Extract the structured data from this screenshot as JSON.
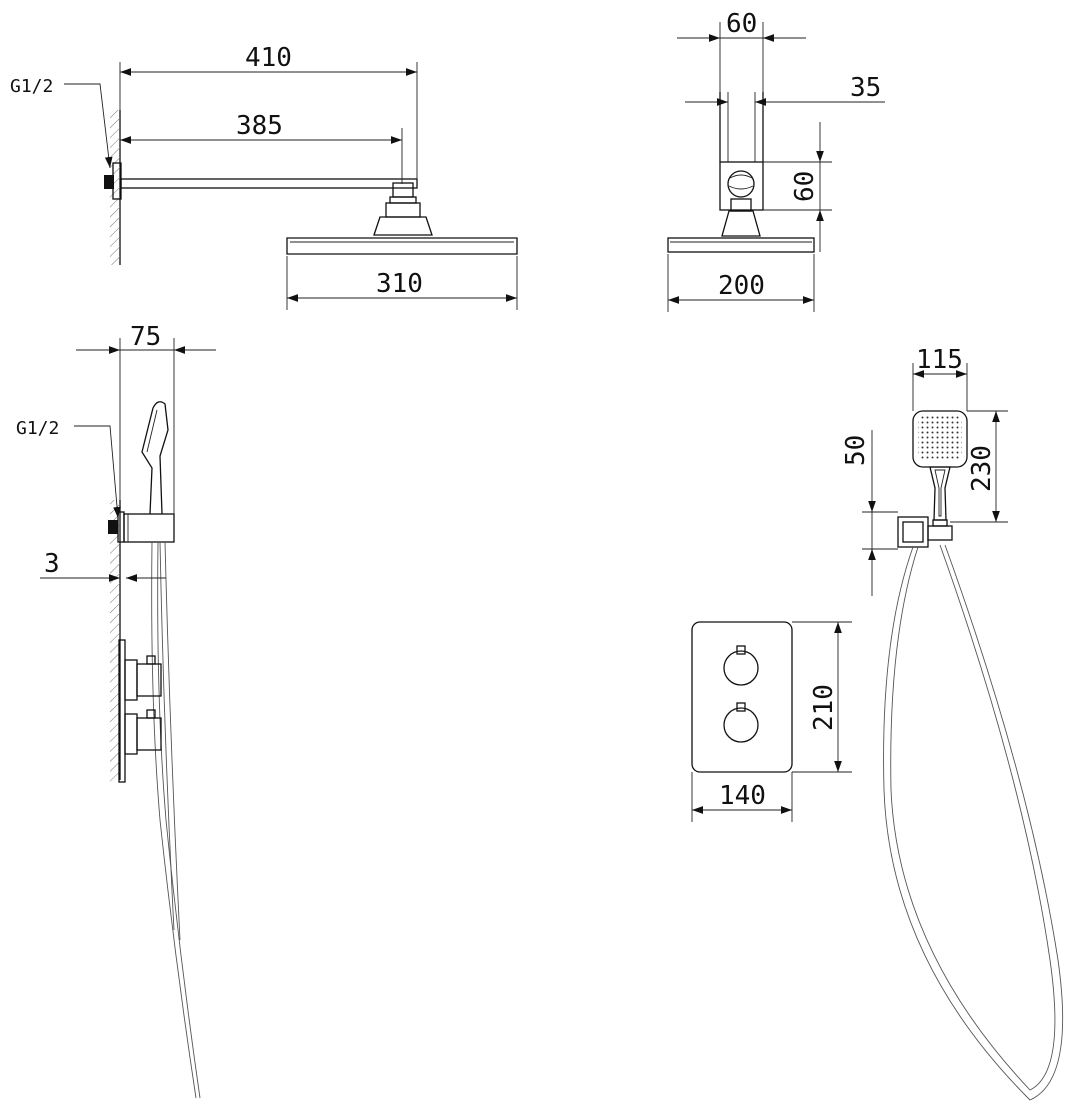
{
  "labels": {
    "thread_top": "G1/2",
    "thread_side": "G1/2",
    "arm_total": "410",
    "arm_reach": "385",
    "head_width": "310",
    "head_front_width": "200",
    "arm_front_width": "60",
    "neck_width": "35",
    "arm_front_height": "60",
    "bracket_depth": "75",
    "plate_thickness": "3",
    "handshower_width": "115",
    "handshower_length": "230",
    "holder_height": "50",
    "valve_plate_height": "210",
    "valve_plate_width": "140"
  }
}
